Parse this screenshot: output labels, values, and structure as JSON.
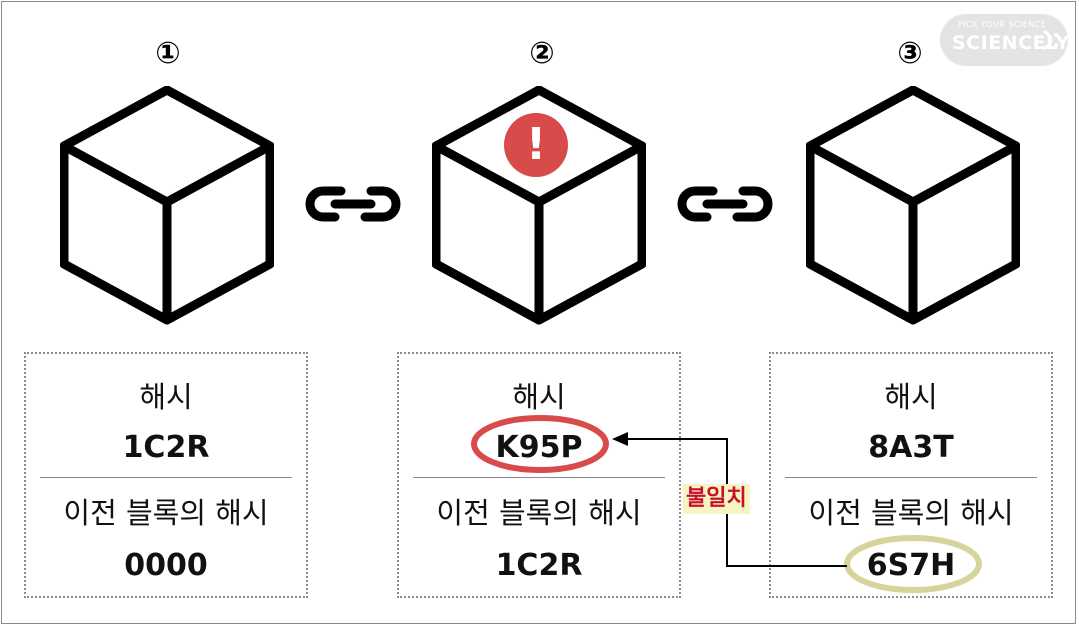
{
  "logo": {
    "tagline": "PICK YOUR SCIENCE",
    "name": "SCIENCELY"
  },
  "blocks": [
    {
      "number": "①",
      "hash_label": "해시",
      "hash": "1C2R",
      "prev_label": "이전 블록의 해시",
      "prev_hash": "0000"
    },
    {
      "number": "②",
      "hash_label": "해시",
      "hash": "K95P",
      "prev_label": "이전 블록의 해시",
      "prev_hash": "1C2R"
    },
    {
      "number": "③",
      "hash_label": "해시",
      "hash": "8A3T",
      "prev_label": "이전 블록의 해시",
      "prev_hash": "6S7H"
    }
  ],
  "alert_symbol": "!",
  "mismatch_label": "불일치",
  "colors": {
    "alert_red": "#d94a4a",
    "highlight_red": "#d94a4a",
    "highlight_olive": "#d6d49a",
    "mismatch_text": "#c8102e",
    "mismatch_bg": "#f5f4c2"
  }
}
